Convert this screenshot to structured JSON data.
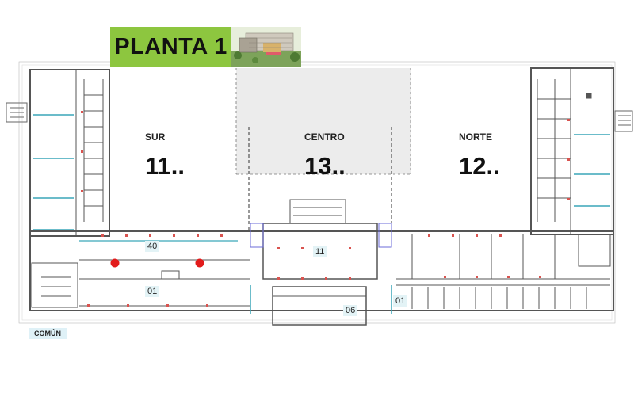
{
  "title": "PLANTA 1",
  "zones": [
    {
      "label": "SUR",
      "number": "11.."
    },
    {
      "label": "CENTRO",
      "number": "13.."
    },
    {
      "label": "NORTE",
      "number": "12.."
    }
  ],
  "rooms": [
    "40",
    "01",
    "11",
    "06",
    "01"
  ],
  "legend": {
    "common": "COMÚN"
  },
  "colors": {
    "title_bg": "#8dc63f",
    "marker": "#e21b1b",
    "wall": "#555555",
    "glass": "#3aa6b9",
    "courtyard_shade": "#ececec"
  }
}
